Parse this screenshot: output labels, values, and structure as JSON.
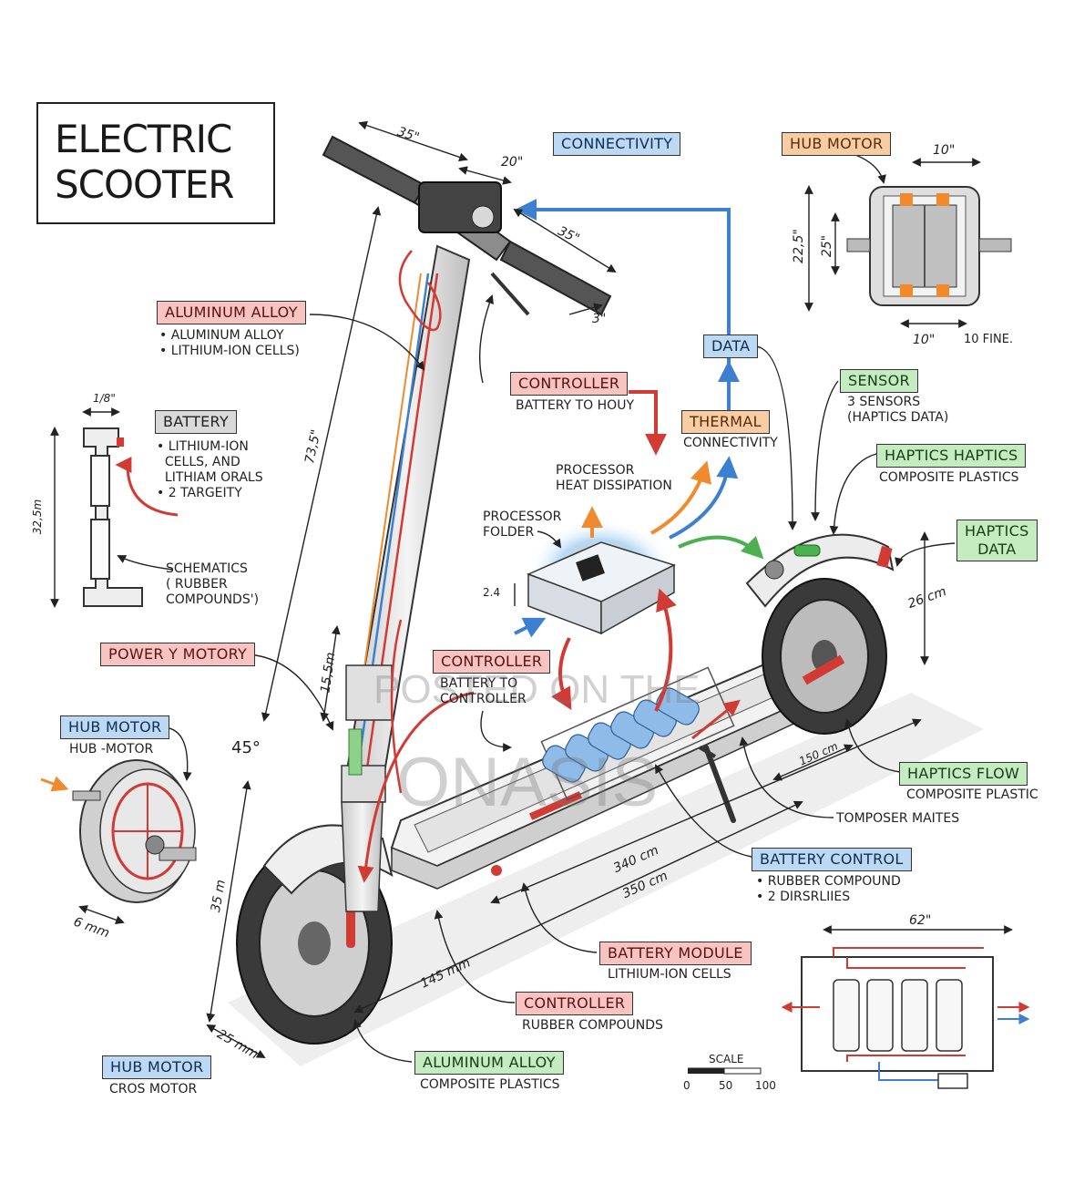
{
  "title": "ELECTRIC\nSCOOTER",
  "watermark": {
    "line1": "POSTED ON THE",
    "line2": "ONASIS"
  },
  "colors": {
    "red": "#f7c4c1",
    "blue": "#bcd8f3",
    "green": "#c5ecc0",
    "orange": "#f8cda4",
    "gray": "#d9d9d9",
    "wire_red": "#d23a34",
    "wire_blue": "#3d7fd0"
  },
  "labels": {
    "connectivity": "CONNECTIVITY",
    "hub_motor_top": "HUB MOTOR",
    "aluminum_alloy_left": "ALUMINUM ALLOY",
    "aluminum_alloy_left_notes": "• ALUMINUM ALLOY\n• LITHIUM-ION CELLS)",
    "battery": "BATTERY",
    "battery_notes": "• LITHIUM-ION\n  CELLS, AND\n  LITHIAM ORALS\n• 2 TARGEITY",
    "schematics_notes": "SCHEMATICS\n( RUBBER\nCOMPOUNDS')",
    "controller_top": "CONTROLLER",
    "controller_top_sub": "BATTERY TO HOUY",
    "data": "DATA",
    "thermal": "THERMAL",
    "thermal_sub": "CONNECTIVITY",
    "processor_heat": "PROCESSOR\nHEAT DISSIPATION",
    "processor_folder": "PROCESSOR\nFOLDER",
    "sensor": "SENSOR",
    "sensor_sub": "3 SENSORS\n(HAPTICS DATA)",
    "haptics_haptics": "HAPTICS HAPTICS",
    "haptics_haptics_sub": "COMPOSITE PLASTICS",
    "haptics_data": "HAPTICS\nDATA",
    "power_motory": "POWER Y MOTORY",
    "controller_mid": "CONTROLLER",
    "controller_mid_sub": "BATTERY TO\nCONTROLLER",
    "hub_motor_left": "HUB MOTOR",
    "hub_motor_left_sub": "HUB -MOTOR",
    "haptics_flow": "HAPTICS FLOW",
    "haptics_flow_sub": "COMPOSITE PLASTIC",
    "tomposer": "TOMPOSER MAITES",
    "battery_control": "BATTERY CONTROL",
    "battery_control_notes": "• RUBBER COMPOUND\n• 2 DIRSRLIIES",
    "battery_module": "BATTERY MODULE",
    "battery_module_sub": "LITHIUM-ION CELLS",
    "controller_bottom": "CONTROLLER",
    "controller_bottom_sub": "RUBBER COMPOUNDS",
    "aluminum_alloy_bottom": "ALUMINUM ALLOY",
    "aluminum_alloy_bottom_sub": "COMPOSITE PLASTICS",
    "hub_motor_bottom": "HUB MOTOR",
    "hub_motor_bottom_sub": "CROS MOTOR"
  },
  "dimensions": {
    "d_35_top": "35\"",
    "d_20": "20\"",
    "d_35_right": "35\"",
    "d_3": "3\"",
    "d_735": "73,5\"",
    "d_155": "15,5m",
    "d_45": "45°",
    "d_35m": "35 m",
    "d_6mm": "6 mm",
    "d_25mm": "25 mm",
    "d_145": "145 mm",
    "d_340": "340 cm",
    "d_350": "350 cm",
    "d_150": "150 cm",
    "d_26": "26 cm",
    "d_24": "2.4",
    "d_18": "1/8\"",
    "d_325": "32,5m",
    "hub_10_top": "10\"",
    "hub_225": "22,5\"",
    "hub_25": "25\"",
    "hub_10_bottom": "10\"",
    "hub_fine": "10  FINE.",
    "circuit_62": "62\""
  },
  "scale": {
    "title": "SCALE",
    "ticks": [
      "0",
      "50",
      "100"
    ]
  }
}
